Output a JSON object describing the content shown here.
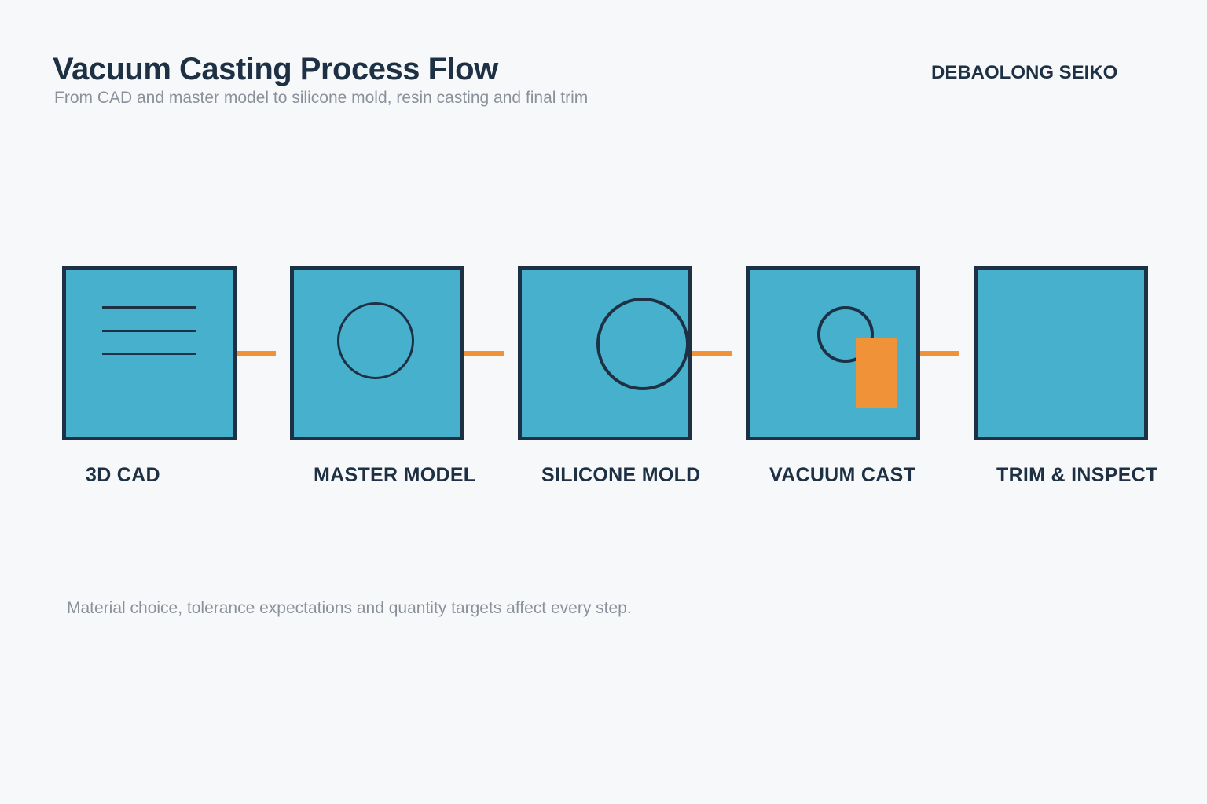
{
  "header": {
    "title": "Vacuum Casting Process Flow",
    "subtitle": "From CAD and master model to silicone mold, resin casting and final trim",
    "brand": "DEBAOLONG SEIKO"
  },
  "process": {
    "steps": [
      {
        "label": "3D CAD",
        "icon": "cad-sketch-lines-icon"
      },
      {
        "label": "MASTER MODEL",
        "icon": "master-model-circle-icon"
      },
      {
        "label": "SILICONE MOLD",
        "icon": "mold-cavity-circle-icon"
      },
      {
        "label": "VACUUM CAST",
        "icon": "cast-circle-and-resin-part-icon"
      },
      {
        "label": "TRIM & INSPECT",
        "icon": "none"
      }
    ],
    "connector_count": 4
  },
  "footer": {
    "note": "Material choice, tolerance expectations and quantity targets affect every step."
  },
  "colors": {
    "background": "#f7f8fa",
    "navy": "#1e3144",
    "teal": "#47b1cd",
    "orange": "#f09338",
    "gray_text": "#8b919b"
  }
}
